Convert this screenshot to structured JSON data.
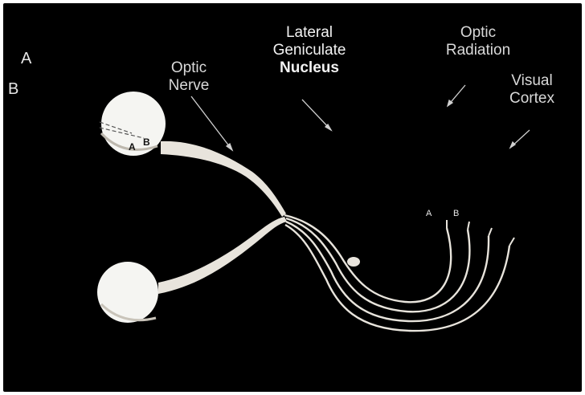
{
  "colors": {
    "background": "#000000",
    "frame": "#ffffff",
    "pathway": "#e8e4dc",
    "eye": "#f5f5f2",
    "arrow": "#d0d0d0",
    "label": "#f2f2f2"
  },
  "corner_labels": {
    "a": "A",
    "b": "B"
  },
  "labels": {
    "lgn": [
      "Lateral",
      "Geniculate",
      "Nucleus"
    ],
    "optic_radiation": [
      "Optic",
      "Radiation"
    ],
    "optic_nerve": [
      "Optic",
      "Nerve"
    ],
    "visual_cortex": [
      "Visual",
      "Cortex"
    ]
  },
  "eye_labels": {
    "a": "A",
    "b": "B"
  },
  "radiation_labels": {
    "a": "A",
    "b": "B"
  }
}
